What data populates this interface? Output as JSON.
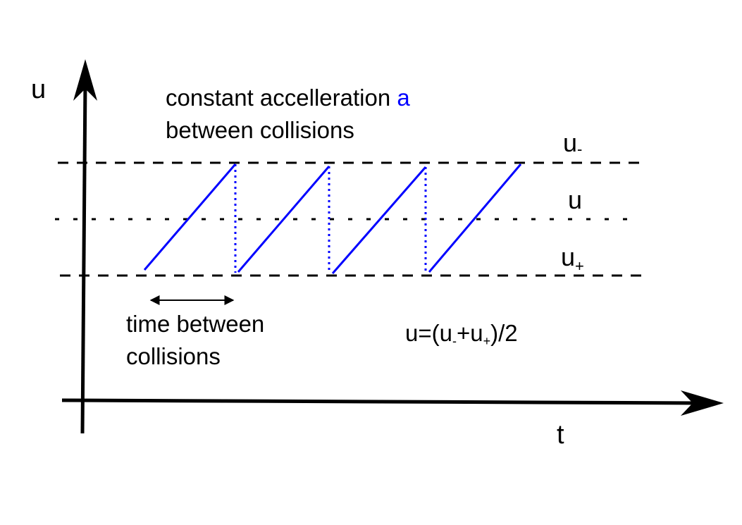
{
  "axes": {
    "y_label": "u",
    "x_label": "t"
  },
  "levels": {
    "upper": {
      "label": "u",
      "subscript": "-"
    },
    "middle": {
      "label": "u"
    },
    "lower": {
      "label": "u",
      "subscript": "+"
    }
  },
  "notes": {
    "accel_text": "constant accelleration",
    "accel_symbol": "a",
    "accel_line2": "between collisions",
    "interval_line1": "time between",
    "interval_line2": "collisions"
  },
  "formula": {
    "lhs": "u=(u",
    "minus_sub": "-",
    "plus": "+u",
    "plus_sub": "+",
    "rhs": ")/2"
  },
  "colors": {
    "accent": "#0000ff",
    "ink": "#000000"
  },
  "icons": {
    "interval": "double-arrow-icon"
  }
}
